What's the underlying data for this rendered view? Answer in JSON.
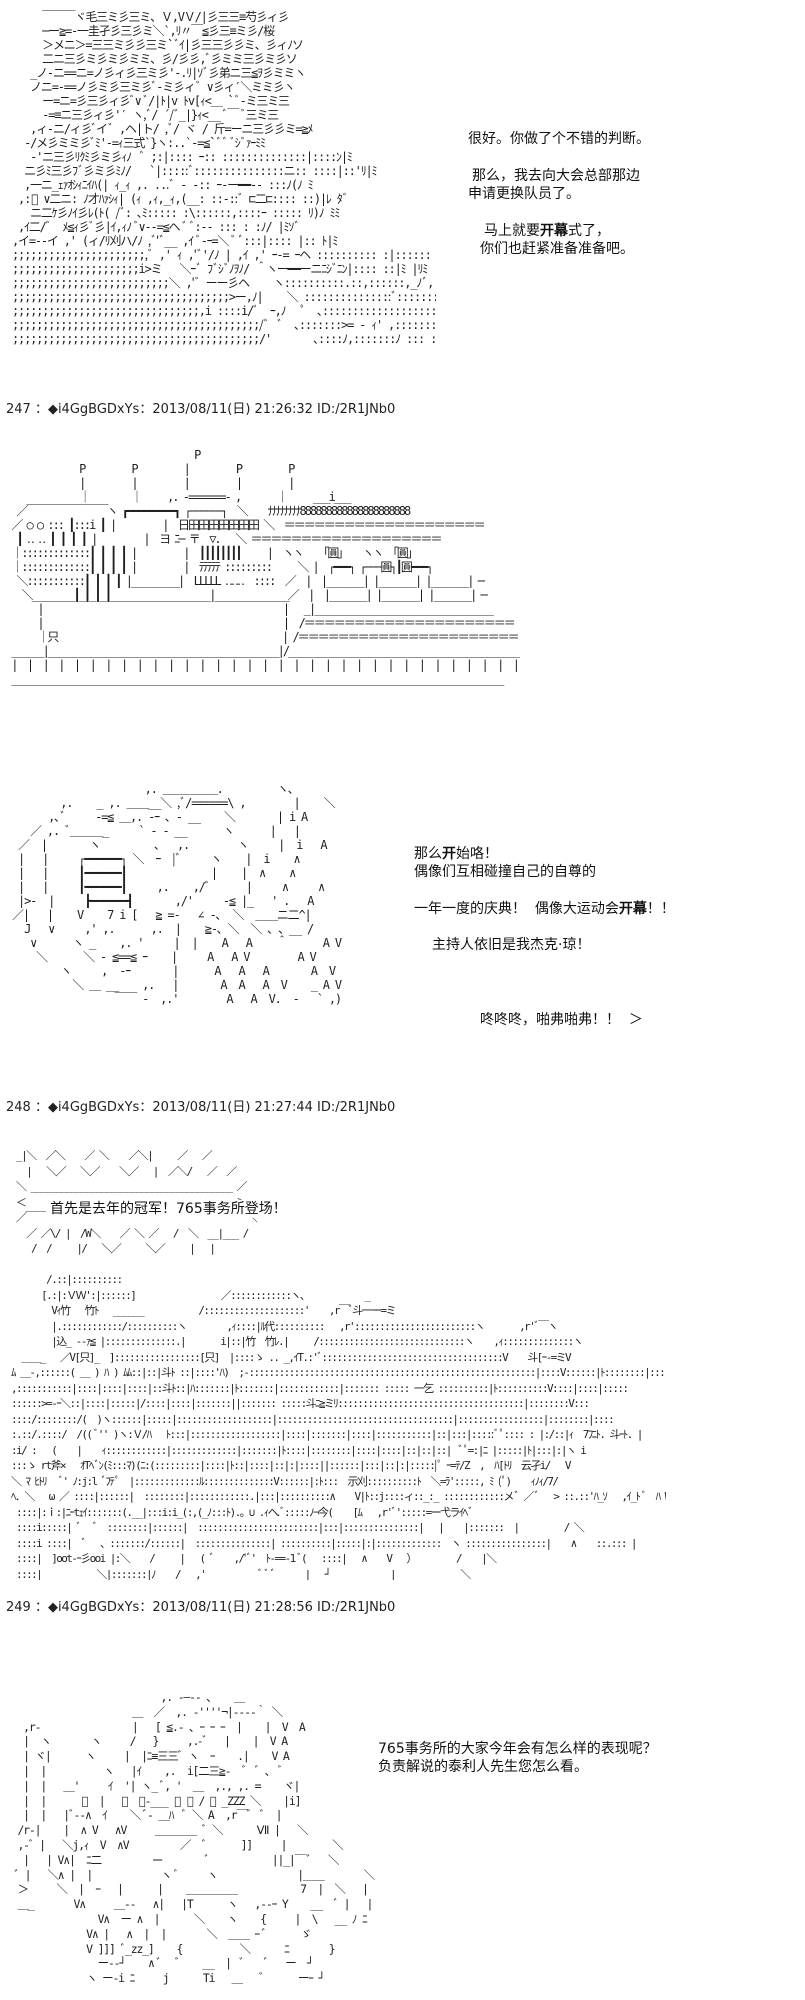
{
  "posts": [
    {
      "aa": "      ￣￣￣ヾ毛三ミ彡三ミ、Ｖ,VＶ/|彡三三≡芍彡ィ彡\n      ─ー≧=-一圭孑彡三彡ミ＼`,ﾘ〃￣≦彡三≡ミ彡/桜\n      ＞メニ＞=三三ミ彡彡三ミ`ﾞｲ|彡三三彡彡ミ、彡ィﾉソ\n      二ニ三彡ミ彡ミ彡ミミ、彡/彡彡,ﾞ彡ミミ三彡ミ彡ソ\n    _ノ-ニ==ニ=ノ彡ィ彡三ミ彡'-.ﾘ|ｿﾞ彡弟ニ三≦ｦ彡ミミヽ\n    ノニ=-==ノ彡ミ彡三ミ彡ﾞ-ミ彡ィﾞ ∨彡ィ′＼ミミ彡ヽ\n      ー=ニ=彡三彡ィ彡ﾞ∨ ﾞ/|ﾄ|v ﾄv[ｨ<＿ `ﾞ-ミ三ミ三\n      -=≡ニ三彡ィ彡'′ ヽ,ﾞ/ ´/ﾞ_|}ｨ<__ ﾞ￣ ﾞ三ミ三\n    ,ィ-ニ/ィ彡ﾞイﾞ ,ヘ|ト/ ,ﾞ/ ヾ / 斤=ーニ三彡彡ミ=≧ﾒ\n   -/メ彡ミミ彡ﾞﾐ'-=ｨ三式`}ヽ:..`-=≦`ﾞﾞ ﾞｼﾞｧｰﾐﾐ\n    -'ニ三彡ﾘｸﾐ彡ミ彡ｨﾉ  ﾞ ;:|:::: ｰ:: ::::::::::::::|::::ﾝ|ﾐ\n   ニ彡ﾐ三彡ﾌﾞ彡ミ彡ﾐﾉ/   `|:::::ﾞ:::::::::::::::ニ:: ::::|::'ﾘ|ﾐ\n   ,一ニ_ｪｧｵｼｨﾆｲﾊ(| ｨ_ｨ ,. ...ﾞ - -:: ｰ-ー━━-- :::ﾉ(ﾉ ﾐ\n  ,:ﾞ ∨二ニ: ﾉ才ﾊｧｼｨ| (ｨ ,ｨ,_ｨ,(__: ::-::ﾞ ⊏二⊏:::: ::)|ﾚ ﾀﾞ\n    ニ二ｹ彡ﾉｲ彡ﾚ(ﾄ( /ﾞ: ､ﾐ::::: :\\::::::,::::ｰ ::::: ﾘ)ﾉ ﾐﾐ\n  ,ｲ二/ﾞ  ﾒ≦ｨ彡ﾞ彡|ｲ,ｨﾉ ﾞ∨--=≦ヘ ﾞ ﾞ:-- ::: : :ﾉ/ |ﾐｿﾞ\n ,イ=--イ ,' (ィ/ﾘ刈ハ/ﾉ ,ﾞ'ﾞ__ ,ｲ ﾞ-ｰ=＼ ﾞ ﾞ:::|:::: |:: ﾄ|ﾐ\n ;;;;;;;;;;;;;;;;;;;;;;,ﾞ ,' ｨ ,'ﾞ'/ﾉ | ,ｲ ,' ｰ-= ｰヘ :::::::::: :|:::::: ,|ﾑ ﾚ\n ;;;;;;;;;;;;;;;;;;;;;i>ミ   ＼ｰﾞ ﾌﾞｼﾞﾉｦﾉ/ ＾ヽー━━ーニﾆｼﾞﾆﾝ|:::: ::|ﾐ |ﾘﾐ\n ;;;;;;;;;;;;;;;;;;;;;;;;;;＼ ,'ﾞ ーー彡ヘ    ヽ::::::::::.::,::::::,_ﾉﾞ,::::::: :::|ｿﾞ |ﾉｼﾞ\n ;;;;;;;;;;;;;;;;;;;;;;;;;;;;;;;;;;;;>ー,ﾉ|    ＼ :::::::::::::::ﾞ::::::::: ::::: ｲ:: :| 从ヽ\n ;;;;;;;;;;;;;;;;;;;;;;;;;;;;;;;,i ::::i/ﾞ  ｰ,ﾉ   ﾟ  ､:::::::::::::::::::::: /':::::::: |  |ﾐ ﾐ\n ;;;;;;;;;;;;;;;;;;;;;;;;;;;;;;;;;;;;;;;;;/ﾞ  ﾞ  ､:::::::>= - ｨ' ,::::::::::: :::: |  |ﾐﾐ\n ;;;;;;;;;;;;;;;;;;;;;;;;;;;;;;;;;;;;;;;;;/'       ､::::ﾉ,:::::::ﾉ ::: ::::::::::::::::::|  |ﾐﾆ",
      "lines": [
        {
          "text": "很好。你做了个不错的判断。"
        },
        {
          "text": "那么，我去向大会总部那边"
        },
        {
          "text": "申请更换队员了。"
        },
        {
          "text": "马上就要开幕式了，",
          "bold_part": "开幕"
        },
        {
          "text": "你们也赶紧准备准备吧。"
        }
      ]
    },
    {
      "header": "247 ：◆i4GgBGDxYs：2013/08/11(日) 21:26:32 ID:/2R1JNb0",
      "aa": "                                    P\n              P         P         |         P         P\n              |         |         |         |         |\n              ｜        ｜     ,. -=======- ,       ｜     ___i___\n  ／￣￣￣￣￣￣￣￣ヽ ┏━━━━━━━━━┓ ┌──────┐  ＼    ﾅﾅﾅﾅﾅﾅﾅﾅ888888888888888888888\n ／ ○ ○ ::: ┃:::i ┃ |         |  日田田田田田田田 ＼  ＝＝＝＝＝＝＝＝＝＝＝＝＝＝＝＝＝＝＝＝\n  ┃ ‥ ‥ ┃ ┃ ┃ ┃ |         |  ヨ ﾆ─ 〒  ▽.   ＼ ＝＝＝＝＝＝＝＝＝＝＝＝＝＝＝＝＝＝＝\n ｜:::::::::::::┃ ┃ ┃ ┃ |         |  ┃┃┃┃┃┃┃┃     |  ヽヽ    ｢圓｣    ヽヽ  ｢圓｣\n ｜:::::::::::::┃ ┃ ┃ ┃ |         |  ﾃﾃﾃﾃﾃ :::::::::     ＼ |  ┌━━━┐ ┌───圓┐┃圓━━━┐\n  ＼:::::::::::┃ ┃ ┃ ┃ |_________|  LLLLL ‥‥‥  ::::  ／  |  |_______| |_______| |_______| ─\n   ＼________┃_┃_┃_┃___________________|______________／  |  |_______| |_______| |_______| ─\n      |                                              |   _|__________________________________\n      |                                              |  /＝＝＝＝＝＝＝＝＝＝＝＝＝＝＝＝＝＝＝＝＝\n      ｜只                                           | /＝＝＝＝＝＝＝＝＝＝＝＝＝＝＝＝＝＝＝＝＝＝\n ______|____________________________________________|/____________________________________________\n |  |  |  |  |  |  |  |  |  |  |  |  |  |  |  |  |  |  |  |  |  |  |  |  |  |  |  |  |  |  |  |  |\n ______________________________________________________________________________________________",
      "lines": []
    },
    {
      "aa": "                       ,. ＿＿＿＿＿.         ヽ、\n         ,.    _ ,. ＿＿__＼ ,ﾞ/======\\ ,        |    ＼\n       ,､ﾞ     -=≦ ＿,. -ｰ ､ - __    ＼       | i A\n    ／ ,. ﾞ＿＿＿_     ` ‐ - __      ヽ      |   |\n  ／  |       ヽ         ､   ,.        ヽ     |  i   A\n  |   |     ┌━━━━━━┐ ＼  ｰ  |ﾞ     ヽ    |  i    ∧\n  |   |     ┃━━━━━━┃              |    |  ∧    ∧\n  |   |     ┃━━━━━━┃     ,.    ,/ﾞ      |     ∧     ∧\n  |>-  |     ┣━━━━━━┫       ,/'     -≦ |_   ' .   A\n ／|   |    V    7 i [   ≧ =-   ∠ -､  ＼  ＿＿ニ二^|\n   J   ∨     ,' ,.      ,.  |    ≧-､ ＼  ＼ ､ 、__ / \n    ∨      ヽ _    ,. '     |  |    A   A    ＾      A V\n     ＼      ＼ ‐ ≦==≦ ｰ    |     A   A V        A V\n         ヽ     ,  -ｰ       |      A   A   A       A  V\n           ＼ ＿ __    ,.   |       A  A   A  V    _ A V\n                  ￣￣ -  ,.'        A   A  V.  -   ` ,)",
      "lines": [
        {
          "text": "那么开始咯！",
          "bold_part": "开"
        },
        {
          "text": "偶像们互相碰撞自己的自尊的"
        },
        {
          "text": "一年一度的庆典！  偶像大运动会开幕！！",
          "bold_part": "开幕"
        },
        {
          "text": "主持人依旧是我杰克·琼！"
        },
        {
          "text": "咚咚咚，啪弗啪弗！！  ＞"
        }
      ]
    },
    {
      "header": "248 ：◆i4GgBGDxYs：2013/08/11(日) 21:27:44 ID:/2R1JNb0",
      "aa": "  _|＼  ／＼    ／ ＼    ／＼|     ／   ／\n    |   ＼／   ＼／    ＼／   |  ／＼/   ／  ／\n  ＼ ________________________________________ ／\n  ＜                                          ＞\n  ／￣￣￣￣￣￣￣￣￣￣￣￣￣￣￣￣￣￣￣￣￣￣￣ ＼\n    ／ ／\\/ |  /W＼    ／ ＼ ／   /  ＼  __|___ /\n     /  /     |/   ＼／     ＼／     |   |\n\n        /.::|::::::::::\n       [.:|:ＶＷ':|::::::]                 ／::::::::::::ヽ、           _\n         Vｨ竹   竹ﾄ   ______           /::::::::::::::::::::'    ,r￣ﾞ斗一ー=ミ\n         |.::::::::::::/::::::::::ヽ        ,ｨ::::|ﾙ代::::::::::   ,r'::::::::::::::::::::::::ヽ       ,r'ﾞ￣ヽ\n         |込_ -‐ｧ≦ |::::::::::::::.|       i|::|竹  竹ﾚ.|     /:::::::::::::::::::::::::::::ヽ    ,ｨ::::::::::::::ヽ\n   ＿＿_   ／V[只]_  ]:::::::::::::::::[只]  |::::ゝ .. _,ｲT.:'ﾞ::::::::::::::::::::::::::::::::::::V    斗[ｰ-=ミV\n ﾑ ＿-,::::::( ＿ ) ﾊ ) ﾑﾑ::|::|斗ﾄ ::|::::'ﾊ)  ;-:::::::::::::::::::::::::::::::::::::::::::::::::::::::::|::::V::::::|ﾄ::::::::|::::|\n ,:::::::::::|::::|::::|::::|::斗ﾄ::|ﾊ:::::::|ﾄ:::::::|::::::::::::|::::::: ::::: 一乞 ::::::::::|ﾄ::::::::::V::::|::::|:::::\n ::::::>=-ｰ＼::|::::|:::::|/::::|::::|:::::::||::::::: :::::斗ﾆ≧ミﾘ:::::::::::::::::::::::::::::::::::::|::::::::V:::\n ::::/::::::::/(  )ヽ::::::|:::::|:::::::::::::::::::|:::::::::::::::::::::::::::::::::::|:::::::::::::::::|::::::::|::::\n :.::/.::::/  /(( ﾞ'' )ヽ:Ｖ/ﾊ   ﾄ:::|::::::::::::::::::|::::|:::::::|::::|:::::::::::|::|:::|:::::ﾞﾟ:::: : |:/::|ｨ  7ﾌﾆﾄ. 斗ｰﾄ. |\n :i/ :   (    |    ｨ::::::::::::|:::::::::::::|:::::::|ﾄ::::|::::::::|::::|::::|::|::|::|  ﾞﾟ=:|ﾆ |:::::|ﾄ|:::|:|ヽ i\n :::ゝ rt斧×   ｵTﾍﾞﾝ(ﾐ:::ﾏ)(ﾆ:(:::::::::|::::|ﾄ::|::::|::|:|::::||::::::|:::|::|:|:::::|ﾟ ｰ=ﾃ/Z  ,  ﾊ[ﾄﾘ  云孑i/   V\n ＼ ﾏ ﾋﾄﾘ   ﾞ' ﾉ:j:l ﾞﾌﾃﾟ  |:::::::::::::ﾙ::::::::::::::V::::::|:ﾄ:::  示刈::::::::::ﾄ  ＼=ﾗ':::::, ﾐ (ﾟ)    ｨﾉｨ/7/\n ﾍ．＼   ω ／ ::::|::::::|  ::::::::|::::::::::::.|:::|::::::::::∧    V|ﾄ::j::::ィ::_:_ ::::::::::::メﾞ ／ﾞ   > ::.::'ﾊ_ｿ   ,ｲ_ﾄ ﾞ  ﾊ W\n  ::::|:ｉ:|ﾆｰtｪｲ:::::::(.__|:::i:i_(:,(_ﾉ:::ﾄ).｡ ∪ .ｨヘ.ﾞ:::::ﾉ¬今(    [ﾑ   ,r'ﾞ':::::=ー弋ラｲﾍﾞ\n  ::::i:::::| ﾞ   ﾞ  ::::::::|::::::|  ::::::::::::::::::::::::|:::|:::::::::::::::|   |    |:::::::  |         / ＼\n  ::::i ::::|  ﾞ   ､ :::::::/::::::|  :::::::::::::::| ::::::::::|:::::|:|:::::::::::::  ヽ ::::::::::::::::|    ∧    ::.::: |\n  ::::|  ]oot-ｰ彡ooi |:＼    /     |   ( ﾞ    ,/'ﾞ'  ﾄ-==-1 ﾞ(   ::::|   ∧    V   ）        /    |＼\n  ::::|           ＼|:::::::|ﾉ    /   ,'           ﾞ ﾞ ﾞ      |   ┘            |             ＼",
      "lines": [
        {
          "text": "首先是去年的冠军！765事务所登场！"
        }
      ]
    },
    {
      "header": "249 ：◆i4GgBGDxYs：2013/08/11(日) 21:28:56 ID:/2R1JNb0",
      "aa": "                           ,. ‐―‐- ､    ＿\n                      ＿  ／  ,. ‐''''¬|--‐-｀ ＼\n   ,r-                |   [ ≦.- ､ ｰ ｰ ｰ  |    |  V  A\n   |  ヽ       ヽ     /   }     ,.-ﾞ   |    |  V A\n   | ヾ|      ヽ     |  |ﾆ≡三三ﾞ ヽ  ｰ    .|    V A\n   |  |          ヽ   |ｲ    ,.  i[二三≧-  ﾞ  ﾞ ､  ﾞ\n   |  |   ＿'     ｲ  '| ヽ_ ﾞ, '  ＿  ,., ,. =    ヾ|\n   |  |      ﾞ  |   ＼  ｰ-___ ﾞ ﾞ / ＼ _ZZZ ＼    |i]\n   |  |   |ﾞ--∧  ｲ    ＼ ﾞ- ＿ﾊ  ﾞ ＼ A  ,r￣ﾞ  ﾞ  |\n  /r-|    |  ∧ V   ∧V     ＿＿＿＿ ﾞ ＼      Ⅶ |   ＼\n  ,-ﾞ |   ＼j,ｨ  V  ∧V         ／  ﾞ      ]]     |        ＼\n   |   | V∧|  ﾆ二         ｰｰ        ﾞ           ||_|￣ﾞ   ＼\n  ﾞ |   ＼∧ |  |            ヽ ﾞ     ヽ              |＿＿       ＼\n  ＞     ＼  |  ｰ   |      |    ＿＿＿＿＿           7  |  ＼   |\n  ＿_       V∧     ＿--   ∧|   |T      ヽ   ,--ｰ Y    __  ﾞ |   |\n                V∧  ー ∧  |      ＼    ヽ    {     |  \\   __ ﾉ ﾆ\n              V∧ |   ∧  |  |       ＼  ＿＿ ｰ ﾞ      ゞ\n              V ]]] ﾞ_zz_]    {          ＼      ﾆ       }\n                ー--┘    ∧ ﾞ   ﾞ    __  |  ﾞ    ﾞ   ー  ┘\n              ヽ ー-i ﾆ     j      Ti   ＿   ﾞ      ーｰ ┘",
      "lines": [
        {
          "text": "765事务所的大家今年会有怎么样的表现呢？"
        },
        {
          "text": "负责解说的泰利人先生您怎么看。"
        }
      ]
    }
  ]
}
